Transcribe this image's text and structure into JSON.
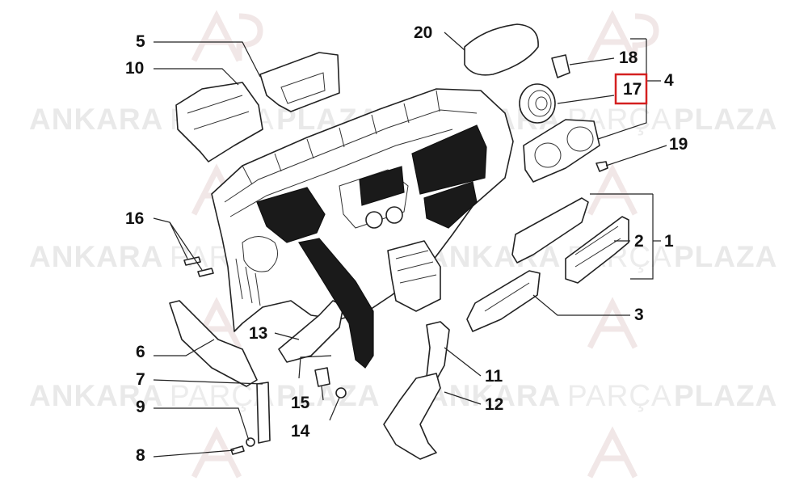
{
  "watermark": {
    "brand_bold_1": "ANKARA",
    "brand_light": "PARÇA",
    "brand_bold_2": "PLAZA"
  },
  "callouts": [
    {
      "id": "c1",
      "label": "1"
    },
    {
      "id": "c2",
      "label": "2"
    },
    {
      "id": "c3",
      "label": "3"
    },
    {
      "id": "c4",
      "label": "4"
    },
    {
      "id": "c5",
      "label": "5"
    },
    {
      "id": "c6",
      "label": "6"
    },
    {
      "id": "c7",
      "label": "7"
    },
    {
      "id": "c8",
      "label": "8"
    },
    {
      "id": "c9",
      "label": "9"
    },
    {
      "id": "c10",
      "label": "10"
    },
    {
      "id": "c11",
      "label": "11"
    },
    {
      "id": "c12",
      "label": "12"
    },
    {
      "id": "c13",
      "label": "13"
    },
    {
      "id": "c14",
      "label": "14"
    },
    {
      "id": "c15",
      "label": "15"
    },
    {
      "id": "c16",
      "label": "16"
    },
    {
      "id": "c17",
      "label": "17"
    },
    {
      "id": "c18",
      "label": "18"
    },
    {
      "id": "c19",
      "label": "19"
    },
    {
      "id": "c20",
      "label": "20"
    }
  ],
  "highlight": {
    "label": "17",
    "color": "#d42020"
  }
}
